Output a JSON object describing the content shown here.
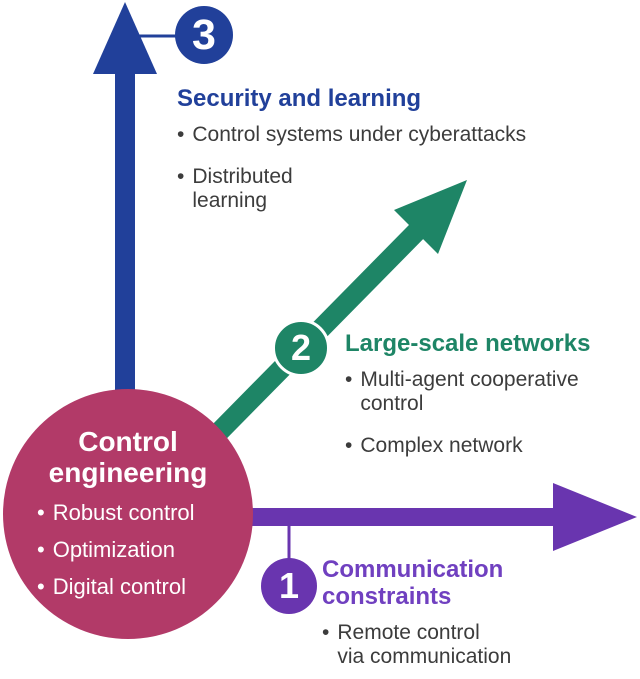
{
  "glyphs": {
    "bullet": "•"
  },
  "colors": {
    "blue": "#21409A",
    "teal": "#1E8566",
    "purple": "#6935AF",
    "purple_text": "#7040C0",
    "magenta": "#B23A68",
    "body_text": "#3C3C3C",
    "white": "#FFFFFF"
  },
  "center": {
    "title": "Control\nengineering",
    "bullets": [
      "Robust control",
      "Optimization",
      "Digital control"
    ]
  },
  "axes": [
    {
      "number": "1",
      "title": "Communication\nconstraints",
      "bullets": [
        "Remote control\nvia communication"
      ]
    },
    {
      "number": "2",
      "title": "Large-scale networks",
      "bullets": [
        "Multi-agent cooperative\ncontrol",
        "Complex network"
      ]
    },
    {
      "number": "3",
      "title": "Security and learning",
      "bullets": [
        "Control systems under cyberattacks",
        "Distributed\nlearning"
      ]
    }
  ]
}
